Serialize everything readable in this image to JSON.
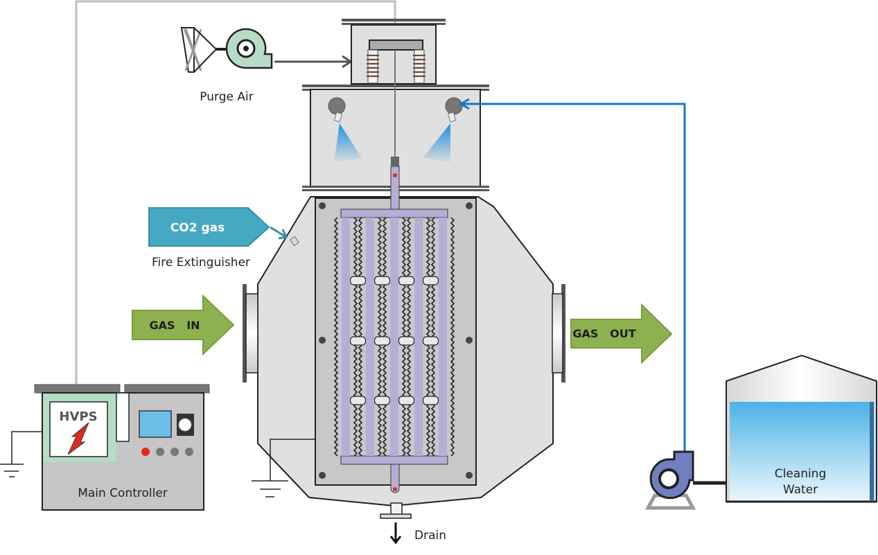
{
  "title": "Wet Electrostatic Precipitator System Diagram",
  "labels": {
    "purge_air": "Purge Air",
    "co2_gas": "CO2 gas",
    "fire_extinguisher": "Fire Extinguisher",
    "gas_in": "GAS   IN",
    "gas_out": "GAS   OUT",
    "hvps": "HVPS",
    "main_controller": "Main Controller",
    "cleaning_water_line1": "Cleaning",
    "cleaning_water_line2": "Water",
    "drain": "Drain"
  },
  "components": {
    "purge_fan": "purge-air-blower",
    "spray_nozzles": 2,
    "discharge_electrodes": 5,
    "insulators": 2,
    "controller_indicator_lights": [
      "red",
      "gray",
      "gray",
      "gray"
    ]
  },
  "colors": {
    "vessel_fill": "#e0e0e0",
    "collector_fill": "#c8c8c8",
    "electrode_fill": "#b7aed6",
    "gas_arrow": "#8db14e",
    "co2_arrow": "#46a9c3",
    "water_line": "#1475c8",
    "hv_wire": "#bdbdbd",
    "blower_fill": "#b7dcc6",
    "pump_fill": "#6f7fc0",
    "water_fill": "#5bb8e8",
    "controller_screen": "#6ebfe8",
    "indicator_red": "#e02a1e"
  }
}
